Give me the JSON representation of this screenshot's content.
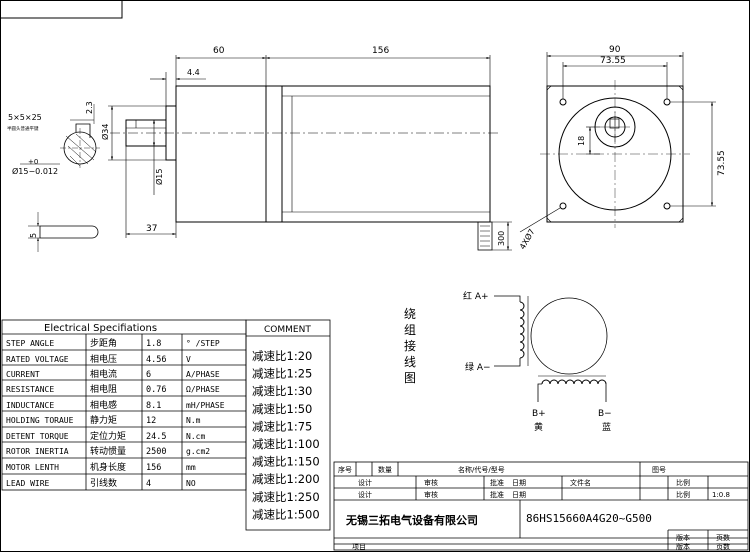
{
  "dimensions": {
    "d60": "60",
    "d156": "156",
    "d4_4": "4.4",
    "d5x5x25": "5×5×25",
    "key_note": "半圆头普通平键",
    "d2_3": "2.3",
    "d34": "Ø34",
    "tol_plus": "+0",
    "d15_tol": "Ø15−0.012",
    "d15": "Ø15",
    "d37": "37",
    "d5": "5",
    "d300": "300",
    "d4x7": "4XØ7",
    "d90": "90",
    "d73_55_top": "73.55",
    "d73_55_right": "73.55",
    "d18": "18"
  },
  "wiring": {
    "title_chars": [
      "绕",
      "组",
      "接",
      "线",
      "图"
    ],
    "red_a_plus": "红 A+",
    "green_a_minus": "绿 A−",
    "b_plus": "B+",
    "b_plus_color": "黄",
    "b_minus": "B−",
    "b_minus_color": "蓝"
  },
  "specs": {
    "title": "Electrical Specifiations",
    "rows": [
      {
        "en": "STEP ANGLE",
        "zh": "步距角",
        "val": "1.8",
        "unit": "° /STEP"
      },
      {
        "en": "RATED VOLTAGE",
        "zh": "相电压",
        "val": "4.56",
        "unit": "V"
      },
      {
        "en": "CURRENT",
        "zh": "相电流",
        "val": "6",
        "unit": "A/PHASE"
      },
      {
        "en": "RESISTANCE",
        "zh": "相电阻",
        "val": "0.76",
        "unit": "Ω/PHASE"
      },
      {
        "en": "INDUCTANCE",
        "zh": "相电感",
        "val": "8.1",
        "unit": "mH/PHASE"
      },
      {
        "en": "HOLDING TORAUE",
        "zh": "静力矩",
        "val": "12",
        "unit": "N.m"
      },
      {
        "en": "DETENT TORQUE",
        "zh": "定位力矩",
        "val": "24.5",
        "unit": "N.cm"
      },
      {
        "en": "ROTOR INERTIA",
        "zh": "转动惯量",
        "val": "2500",
        "unit": "g.cm2"
      },
      {
        "en": "MOTOR LENTH",
        "zh": "机身长度",
        "val": "156",
        "unit": "mm"
      },
      {
        "en": "LEAD WIRE",
        "zh": "引线数",
        "val": "4",
        "unit": "NO"
      }
    ]
  },
  "comment": {
    "title": "COMMENT",
    "ratios": [
      "减速比1:20",
      "减速比1:25",
      "减速比1:30",
      "减速比1:50",
      "减速比1:75",
      "减速比1:100",
      "减速比1:150",
      "减速比1:200",
      "减速比1:250",
      "减速比1:500"
    ]
  },
  "title_block": {
    "seq": "序号",
    "qty": "数量",
    "name_code": "名称/代号/型号",
    "drawing_no": "图号",
    "design": "设计",
    "review": "审核",
    "approve": "批准",
    "date": "日期",
    "filename": "文件名",
    "ratio_label": "比例",
    "ratio_value": "1:0.8",
    "company": "无锡三拓电气设备有限公司",
    "model": "86HS15660A4G20~G500",
    "edition": "版本",
    "page_count": "页数",
    "item": "项目"
  },
  "colors": {
    "line": "#000000",
    "background": "#ffffff"
  }
}
